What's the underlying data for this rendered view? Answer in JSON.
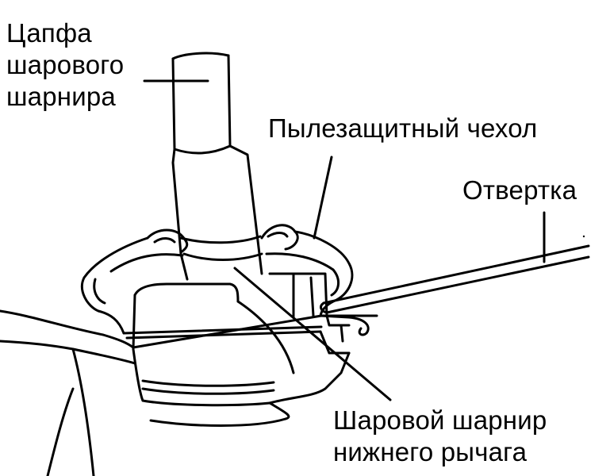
{
  "labels": {
    "ball_pin": {
      "line1": "Цапфа",
      "line2": "шарового",
      "line3": "шарнира"
    },
    "dust_boot": "Пылезащитный чехол",
    "screwdriver": "Отвертка",
    "ball_joint": {
      "line1": "Шаровой шарнир",
      "line2": "нижнего рычага"
    }
  },
  "colors": {
    "ink": "#000000",
    "paper": "#ffffff"
  }
}
